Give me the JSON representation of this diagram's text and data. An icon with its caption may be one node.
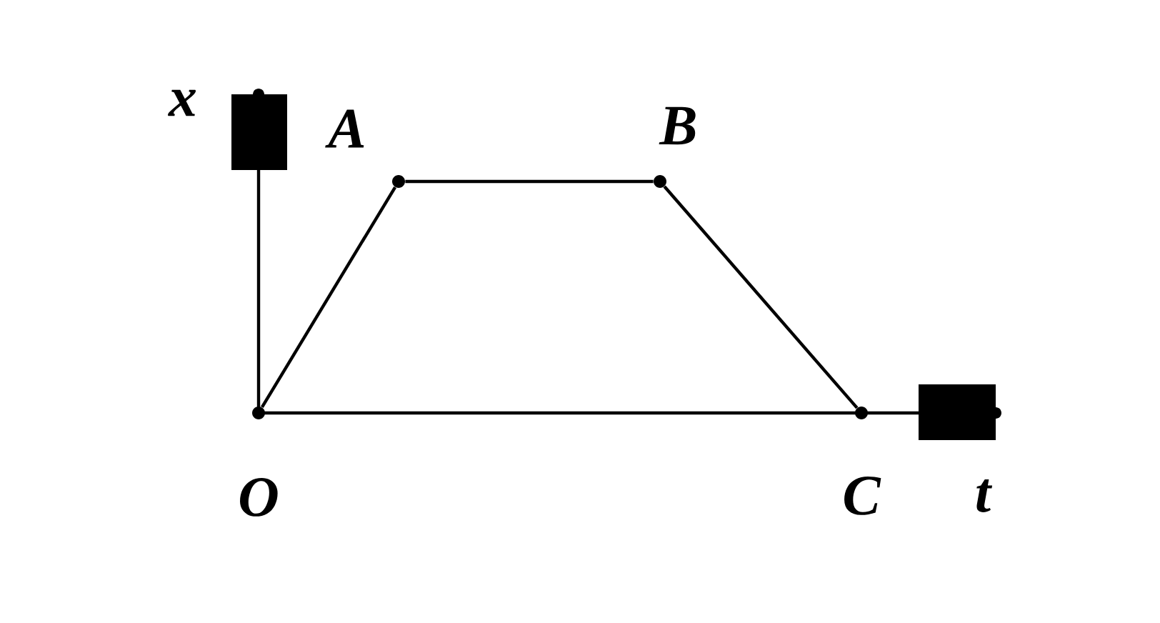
{
  "diagram": {
    "nodes": [
      {
        "text": [
          "O"
        ]
      },
      {
        "text": [
          "A"
        ]
      },
      {
        "text": [
          "B"
        ]
      },
      {
        "text": [
          "C"
        ]
      }
    ],
    "edges": [
      {
        "from": 0,
        "to": 1,
        "arrow": "none"
      },
      {
        "from": 1,
        "to": 2,
        "arrow": "none"
      },
      {
        "from": 2,
        "to": 3,
        "arrow": "none"
      }
    ],
    "labels": [
      "x",
      "t"
    ]
  }
}
